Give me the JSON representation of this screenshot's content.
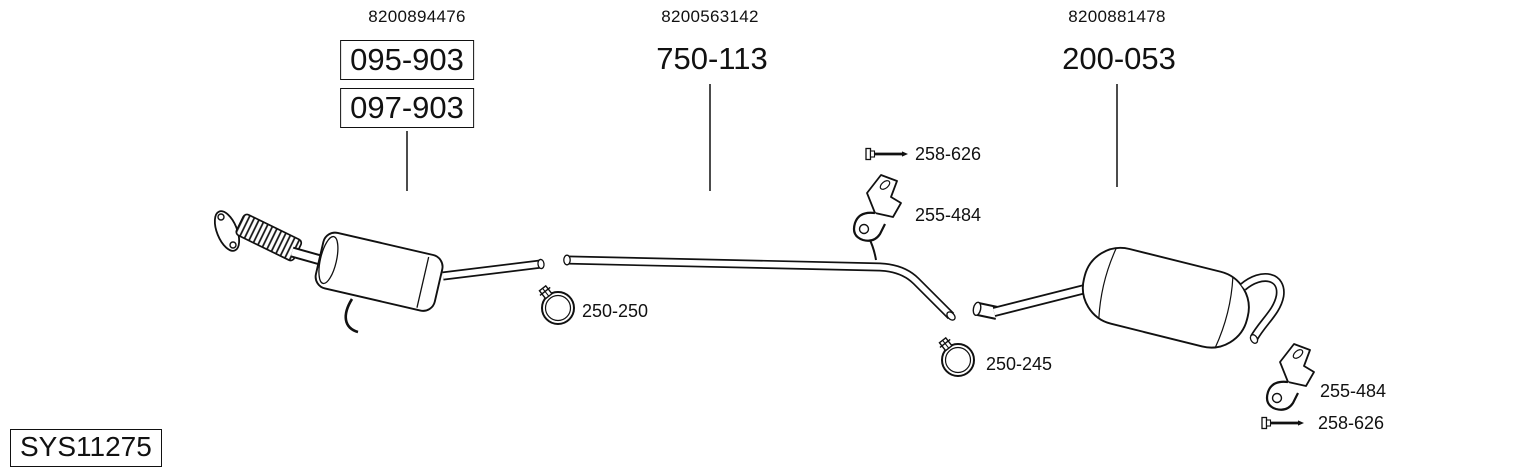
{
  "colors": {
    "line": "#111111",
    "background": "#ffffff",
    "text": "#111111"
  },
  "groups": [
    {
      "ref": "8200894476",
      "codes": [
        "095-903",
        "097-903"
      ],
      "boxed": true
    },
    {
      "ref": "8200563142",
      "codes": [
        "750-113"
      ],
      "boxed": false
    },
    {
      "ref": "8200881478",
      "codes": [
        "200-053"
      ],
      "boxed": false
    }
  ],
  "callouts": {
    "bolt_top": "258-626",
    "hanger_top": "255-484",
    "clamp_mid": "250-250",
    "clamp_right": "250-245",
    "hanger_bottom": "255-484",
    "bolt_bottom": "258-626"
  },
  "system_id": "SYS11275",
  "icons": {
    "bolt": "bolt-screw-icon",
    "clamp": "pipe-clamp-icon",
    "hanger": "rubber-hanger-bracket-icon"
  }
}
